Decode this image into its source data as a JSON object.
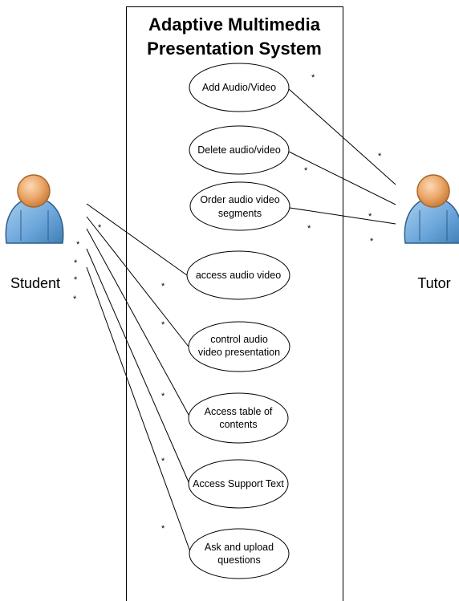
{
  "system": {
    "title_line1": "Adaptive Multimedia",
    "title_line2": "Presentation System"
  },
  "actors": {
    "student": {
      "label": "Student",
      "icon": "user-icon",
      "head_color": "#E8A46A",
      "body_color": "#6FA8DC"
    },
    "tutor": {
      "label": "Tutor",
      "icon": "user-icon",
      "head_color": "#E8A46A",
      "body_color": "#6FA8DC"
    }
  },
  "usecases": {
    "add_av": {
      "line1": "Add Audio/Video",
      "line2": ""
    },
    "delete_av": {
      "line1": "Delete audio/video",
      "line2": ""
    },
    "order_segments": {
      "line1": "Order audio video",
      "line2": "segments"
    },
    "access_av": {
      "line1": "access audio video",
      "line2": ""
    },
    "control_presentation": {
      "line1": "control audio",
      "line2": "video presentation"
    },
    "access_toc": {
      "line1": "Access table of",
      "line2": "contents"
    },
    "support_text": {
      "line1": "Access Support Text",
      "line2": ""
    },
    "ask_upload": {
      "line1": "Ask and upload",
      "line2": "questions"
    }
  },
  "multiplicity": {
    "symbol": "*"
  }
}
